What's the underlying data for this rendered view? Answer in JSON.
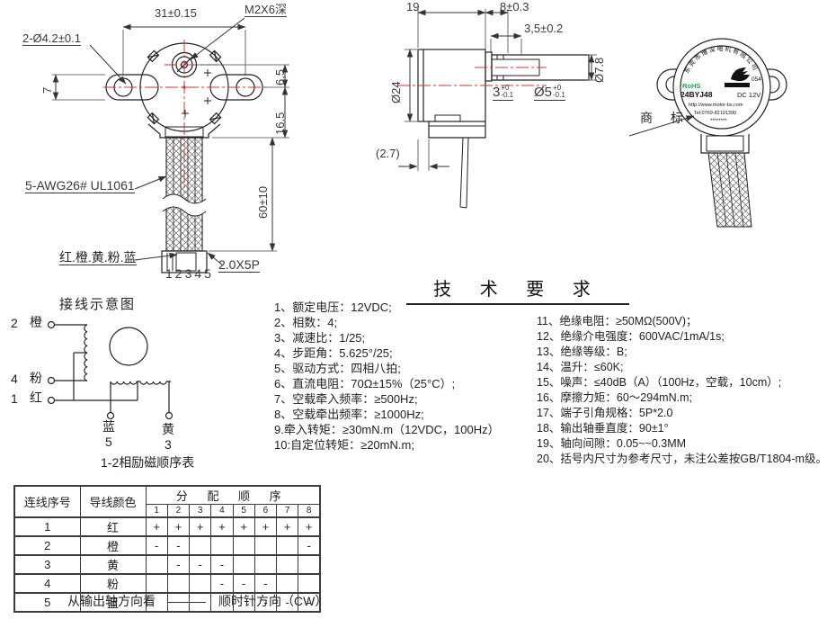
{
  "front_view": {
    "dim_width": "31±0.15",
    "screw_spec": "M2X6深",
    "holes_spec": "2-Ø4.2±0.1",
    "ear_height": "7",
    "boss_offset": "6,5",
    "center_offset": "16.5",
    "lead_length": "60±10",
    "wire_spec": "5-AWG26# UL1061",
    "wire_colors": "红.橙.黄.粉.蓝",
    "connector_spec": "2.0X5P",
    "pin_numbers": "12345"
  },
  "side_view": {
    "depth": "19",
    "shaft_len": "8±0.3",
    "flat_len": "3,5±0.2",
    "body_dia": "Ø24",
    "boss_dia": "Ø7.8",
    "flat_width": "3",
    "flat_tol_plus": "+0",
    "flat_tol_minus": "-0.1",
    "shaft_dia": "Ø5",
    "shaft_tol_plus": "+0",
    "shaft_tol_minus": "-0.1",
    "ref_dim": "(2.7)"
  },
  "photo_view": {
    "trademark": "商 标",
    "company": "东莞市博深电机有限公司",
    "rohs": "RoHS",
    "code": "054",
    "model": "24BYJ48",
    "voltage": "DC 12V",
    "url": "http://www.motor-bs.com",
    "tel": "Tel:0769-82191390",
    "stars": "********"
  },
  "wiring": {
    "title": "接线示意图",
    "t2_no": "2",
    "t2_color": "橙",
    "t4_no": "4",
    "t4_color": "粉",
    "t1_no": "1",
    "t1_color": "红",
    "t5_color": "蓝",
    "t5_no": "5",
    "t3_color": "黄",
    "t3_no": "3"
  },
  "tech": {
    "title": "技 术 要 求",
    "left": [
      "1、额定电压：12VDC;",
      "2、相数：4;",
      "3、减速比：1/25;",
      "4、步距角：5.625°/25;",
      "5、驱动方式：四相八拍;",
      "6、直流电阻：70Ω±15%（25°C）;",
      "7、空载牵入频率：≥500Hz;",
      "8、空载牵出频率：≥1000Hz;",
      "9.牵入转矩：≥30mN.m（12VDC，100Hz）",
      "10:自定位转矩：≥20mN.m;"
    ],
    "right": [
      "11、绝缘电阻：≥50MΩ(500V)；",
      "12、绝缘介电强度：600VAC/1mA/1s;",
      "13、绝缘等级：B;",
      "14、温升：≤60K;",
      "15、噪声：≤40dB（A）（100Hz，空载，10cm）;",
      "16、摩擦力矩：60～294mN.m;",
      "17、端子引角规格：5P*2.0",
      "18、输出轴垂直度：90±1°",
      "19、轴向间隙：0.05~~0.3MM",
      "20、括号内尺寸为参考尺寸，未注公差按GB/T1804-m级。"
    ]
  },
  "table": {
    "title": "1-2相励磁顺序表",
    "header_no": "连线序号",
    "header_color": "导线颜色",
    "header_seq": "分 配 顺 序",
    "steps": [
      "1",
      "2",
      "3",
      "4",
      "5",
      "6",
      "7",
      "8"
    ],
    "rows": [
      {
        "no": "1",
        "color": "红",
        "marks": [
          "+",
          "+",
          "+",
          "+",
          "+",
          "+",
          "+",
          "+"
        ]
      },
      {
        "no": "2",
        "color": "橙",
        "marks": [
          "-",
          "-",
          "",
          "",
          "",
          "",
          "",
          "-"
        ]
      },
      {
        "no": "3",
        "color": "黄",
        "marks": [
          "",
          "-",
          "-",
          "-",
          "",
          "",
          "",
          ""
        ]
      },
      {
        "no": "4",
        "color": "粉",
        "marks": [
          "",
          "",
          "",
          "-",
          "-",
          "-",
          "",
          ""
        ]
      },
      {
        "no": "5",
        "color": "蓝",
        "marks": [
          "",
          "",
          "",
          "",
          "",
          "-",
          "-",
          "-"
        ]
      }
    ],
    "caption": {
      "left": "从输出轴方向看",
      "dash": "———",
      "right": "顺时针方向（CW）"
    }
  },
  "colors": {
    "centerline_red": "#c23b3b",
    "rohs_green": "#1ea64a",
    "line_black": "#222222"
  }
}
